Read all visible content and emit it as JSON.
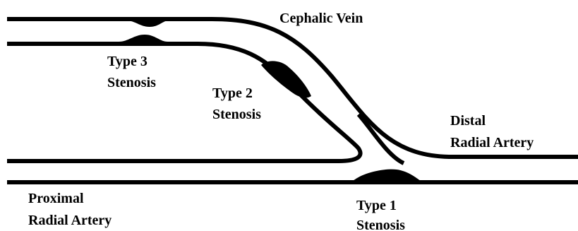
{
  "diagram": {
    "labels": {
      "cephalic_vein": "Cephalic Vein",
      "distal_radial_artery": [
        "Distal",
        "Radial Artery"
      ],
      "proximal_radial_artery": [
        "Proximal",
        "Radial Artery"
      ],
      "type1_stenosis": [
        "Type 1",
        "Stenosis"
      ],
      "type2_stenosis": [
        "Type 2",
        "Stenosis"
      ],
      "type3_stenosis": [
        "Type 3",
        "Stenosis"
      ]
    },
    "colors": {
      "stroke": "#000000",
      "background": "#ffffff"
    }
  }
}
